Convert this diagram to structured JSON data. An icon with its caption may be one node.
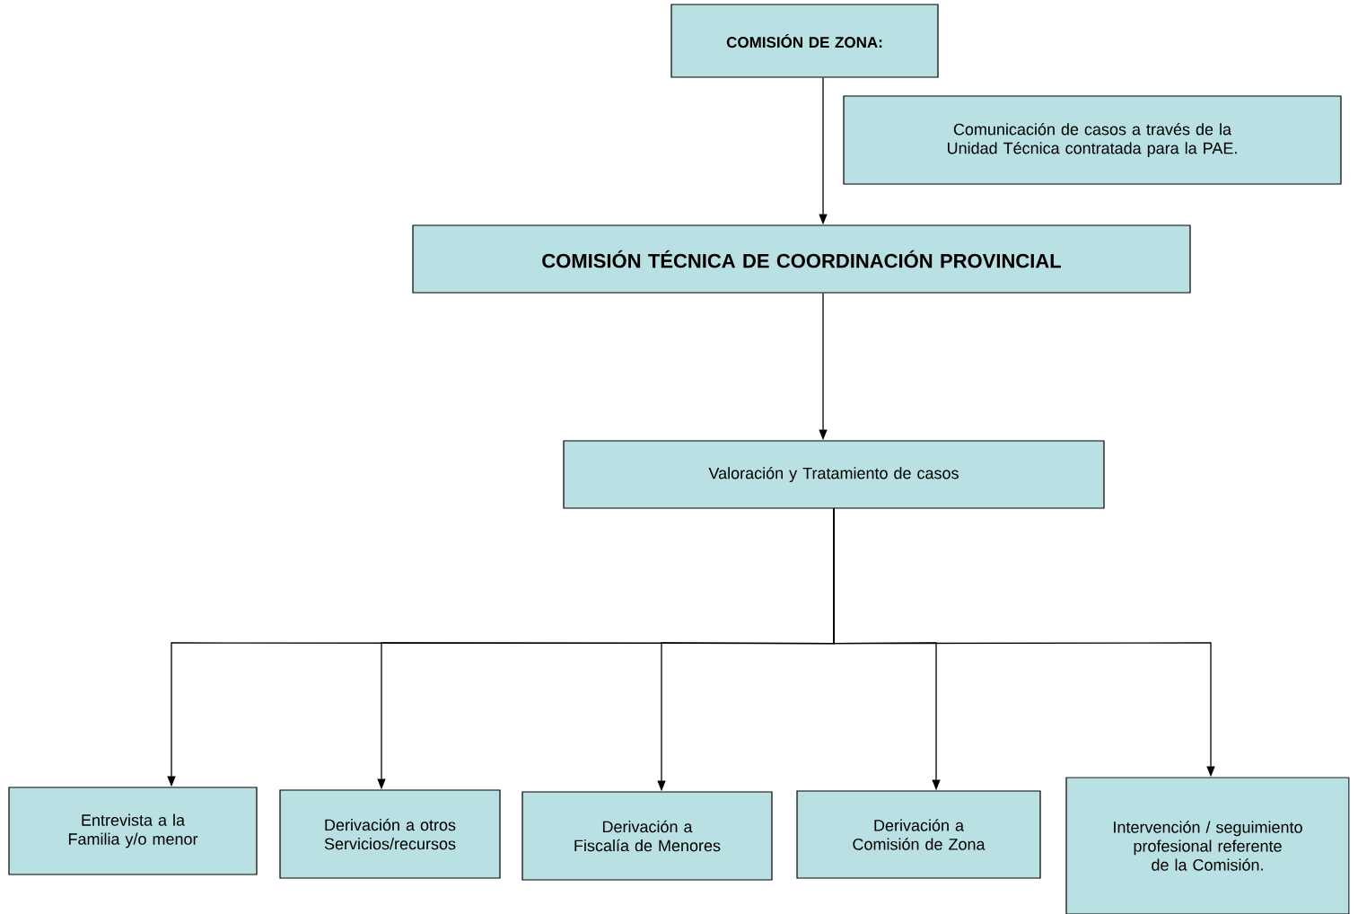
{
  "diagram": {
    "nodes": [
      {
        "text": [
          "COMISIÓN DE ZONA:"
        ]
      },
      {
        "text": [
          "Comunicación de casos a través de la Unidad Técnica contratada para la PAE."
        ]
      },
      {
        "text": [
          "COMISIÓN TÉCNICA DE COORDINACIÓN PROVINCIAL"
        ]
      },
      {
        "text": [
          "Valoración y Tratamiento de casos"
        ]
      },
      {
        "text": [
          "Entrevista a la Familia y/o menor"
        ]
      },
      {
        "text": [
          "Derivación a otros Servicios/recursos"
        ]
      },
      {
        "text": [
          "Derivación a Fiscalía de Menores"
        ]
      },
      {
        "text": [
          "Derivación a Comisión de Zona"
        ]
      },
      {
        "text": [
          "Intervención / seguimiento profesional referente de la Comisión."
        ]
      }
    ],
    "edges": [
      {
        "from": 0,
        "to": 2,
        "arrow": "to"
      },
      {
        "from": 2,
        "to": 3,
        "arrow": "to"
      },
      {
        "from": 3,
        "to": 4,
        "arrow": "to"
      },
      {
        "from": 3,
        "to": 5,
        "arrow": "to"
      },
      {
        "from": 3,
        "to": 6,
        "arrow": "to"
      },
      {
        "from": 3,
        "to": 7,
        "arrow": "to"
      },
      {
        "from": 3,
        "to": 8,
        "arrow": "to"
      }
    ]
  }
}
